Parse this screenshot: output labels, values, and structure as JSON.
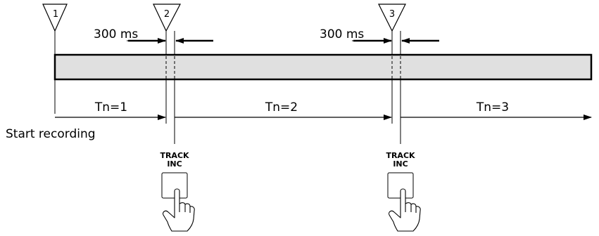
{
  "diagram": {
    "markers": [
      "1",
      "2",
      "3"
    ],
    "gap_labels": [
      "300 ms",
      "300 ms"
    ],
    "segments": [
      "Tn=1",
      "Tn=2",
      "Tn=3"
    ],
    "start_label": "Start recording",
    "button_label_line1": "TRACK",
    "button_label_line2": "INC",
    "bar_color": "#e0e0e0"
  }
}
